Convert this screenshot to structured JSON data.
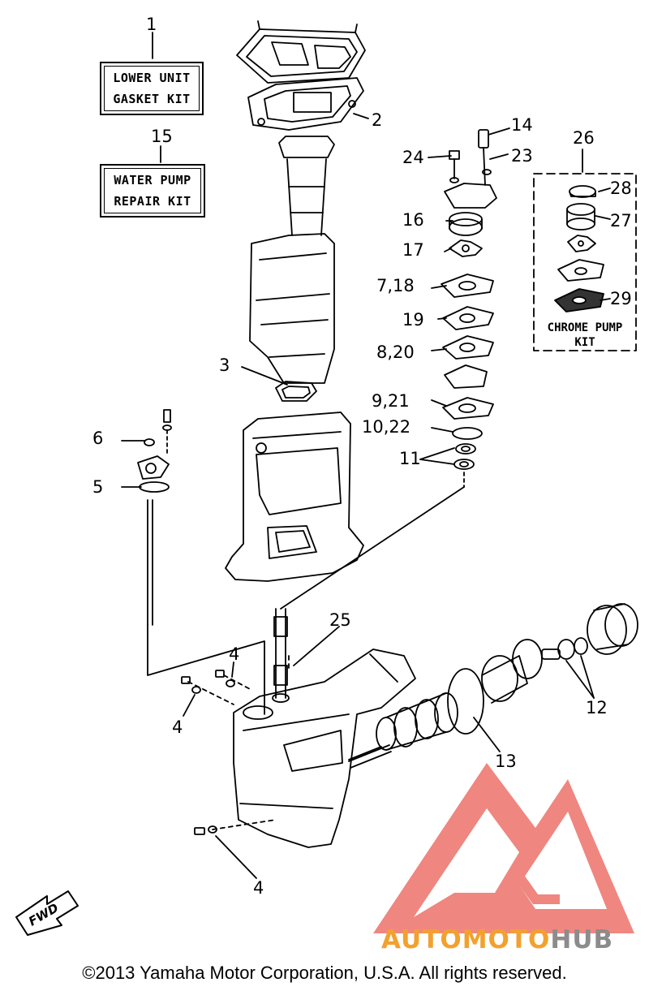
{
  "kits": {
    "lower_unit": {
      "number": "1",
      "line1": "LOWER UNIT",
      "line2": "GASKET KIT"
    },
    "water_pump": {
      "number": "15",
      "line1": "WATER PUMP",
      "line2": "REPAIR KIT"
    },
    "chrome_pump": {
      "number": "26",
      "line1": "CHROME PUMP",
      "line2": "KIT"
    }
  },
  "callouts": {
    "p2": "2",
    "p3": "3",
    "p4a": "4",
    "p4b": "4",
    "p4c": "4",
    "p5": "5",
    "p6": "6",
    "p7_18": "7,18",
    "p8_20": "8,20",
    "p9_21": "9,21",
    "p10_22": "10,22",
    "p11": "11",
    "p12": "12",
    "p13": "13",
    "p14": "14",
    "p16": "16",
    "p17": "17",
    "p19": "19",
    "p23": "23",
    "p24": "24",
    "p25": "25",
    "p27": "27",
    "p28": "28",
    "p29": "29"
  },
  "fwd_label": "FWD",
  "watermark": {
    "part1": "AUTOMOTO",
    "part2": "HUB",
    "color_primary": "#f2a12e",
    "color_secondary": "#8c8c8c",
    "logo_color": "#e8473c"
  },
  "copyright": "©2013 Yamaha Motor Corporation, U.S.A. All rights reserved."
}
